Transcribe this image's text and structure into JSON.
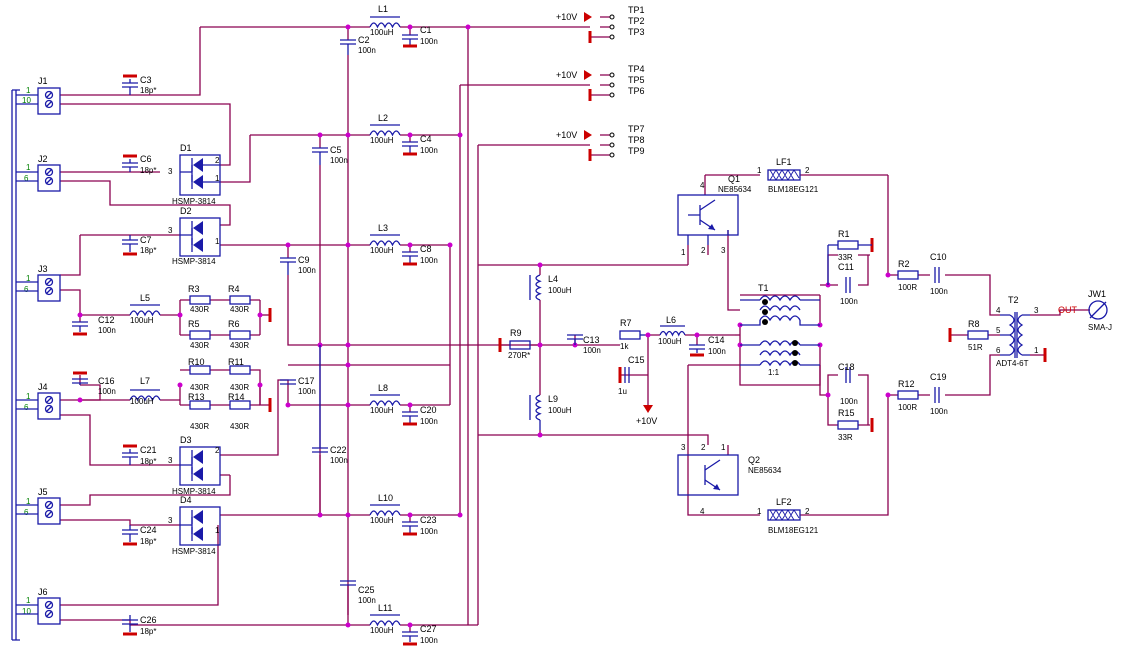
{
  "components": {
    "L1": {
      "ref": "L1",
      "value": "100uH"
    },
    "C1": {
      "ref": "C1",
      "value": "100n"
    },
    "C2": {
      "ref": "C2",
      "value": "100n"
    },
    "C3": {
      "ref": "C3",
      "value": "18p*"
    },
    "L2": {
      "ref": "L2",
      "value": "100uH"
    },
    "C4": {
      "ref": "C4",
      "value": "100n"
    },
    "C5": {
      "ref": "C5",
      "value": "100n"
    },
    "C6": {
      "ref": "C6",
      "value": "18p*"
    },
    "D1": {
      "ref": "D1",
      "value": "HSMP-3814"
    },
    "D2": {
      "ref": "D2",
      "value": "HSMP-3814"
    },
    "C7": {
      "ref": "C7",
      "value": "18p*"
    },
    "L3": {
      "ref": "L3",
      "value": "100uH"
    },
    "C8": {
      "ref": "C8",
      "value": "100n"
    },
    "C9": {
      "ref": "C9",
      "value": "100n"
    },
    "R3": {
      "ref": "R3",
      "value": "430R"
    },
    "R4": {
      "ref": "R4",
      "value": "430R"
    },
    "R5": {
      "ref": "R5",
      "value": "430R"
    },
    "R6": {
      "ref": "R6",
      "value": "430R"
    },
    "L5": {
      "ref": "L5",
      "value": "100uH"
    },
    "C12": {
      "ref": "C12",
      "value": "100n"
    },
    "R10": {
      "ref": "R10",
      "value": "430R"
    },
    "R11": {
      "ref": "R11",
      "value": "430R"
    },
    "R13": {
      "ref": "R13",
      "value": "430R"
    },
    "R14": {
      "ref": "R14",
      "value": "430R"
    },
    "L7": {
      "ref": "L7",
      "value": "100uH"
    },
    "C16": {
      "ref": "C16",
      "value": "100n"
    },
    "C17": {
      "ref": "C17",
      "value": "100n"
    },
    "L8": {
      "ref": "L8",
      "value": "100uH"
    },
    "C20": {
      "ref": "C20",
      "value": "100n"
    },
    "D3": {
      "ref": "D3",
      "value": "HSMP-3814"
    },
    "C21": {
      "ref": "C21",
      "value": "18p*"
    },
    "C22": {
      "ref": "C22",
      "value": "100n"
    },
    "D4": {
      "ref": "D4",
      "value": "HSMP-3814"
    },
    "L10": {
      "ref": "L10",
      "value": "100uH"
    },
    "C23": {
      "ref": "C23",
      "value": "100n"
    },
    "C24": {
      "ref": "C24",
      "value": "18p*"
    },
    "C25": {
      "ref": "C25",
      "value": "100n"
    },
    "L11": {
      "ref": "L11",
      "value": "100uH"
    },
    "C27": {
      "ref": "C27",
      "value": "100n"
    },
    "C26": {
      "ref": "C26",
      "value": "18p*"
    },
    "L4": {
      "ref": "L4",
      "value": "100uH"
    },
    "L9": {
      "ref": "L9",
      "value": "100uH"
    },
    "R9": {
      "ref": "R9",
      "value": "270R*"
    },
    "C13": {
      "ref": "C13",
      "value": "100n"
    },
    "R7": {
      "ref": "R7",
      "value": "1k"
    },
    "C15": {
      "ref": "C15",
      "value": "1u"
    },
    "L6": {
      "ref": "L6",
      "value": "100uH"
    },
    "C14": {
      "ref": "C14",
      "value": "100n"
    },
    "Q1": {
      "ref": "Q1",
      "value": "NE85634"
    },
    "Q2": {
      "ref": "Q2",
      "value": "NE85634"
    },
    "LF1": {
      "ref": "LF1",
      "value": "BLM18EG121"
    },
    "LF2": {
      "ref": "LF2",
      "value": "BLM18EG121"
    },
    "R1": {
      "ref": "R1",
      "value": "33R"
    },
    "C11": {
      "ref": "C11",
      "value": "100n"
    },
    "T1": {
      "ref": "T1",
      "value": "1:1"
    },
    "C18": {
      "ref": "C18",
      "value": "100n"
    },
    "R15": {
      "ref": "R15",
      "value": "33R"
    },
    "R2": {
      "ref": "R2",
      "value": "100R"
    },
    "C10": {
      "ref": "C10",
      "value": "100n"
    },
    "R12": {
      "ref": "R12",
      "value": "100R"
    },
    "C19": {
      "ref": "C19",
      "value": "100n"
    },
    "R8": {
      "ref": "R8",
      "value": "51R"
    },
    "T2": {
      "ref": "T2",
      "value": "ADT4-6T"
    },
    "JW1": {
      "ref": "JW1",
      "value": "SMA-J"
    }
  },
  "connectors": [
    {
      "ref": "J1",
      "pin_a": "1",
      "pin_b": "10"
    },
    {
      "ref": "J2",
      "pin_a": "1",
      "pin_b": "6"
    },
    {
      "ref": "J3",
      "pin_a": "1",
      "pin_b": "6"
    },
    {
      "ref": "J4",
      "pin_a": "1",
      "pin_b": "6"
    },
    {
      "ref": "J5",
      "pin_a": "1",
      "pin_b": "6"
    },
    {
      "ref": "J6",
      "pin_a": "1",
      "pin_b": "10"
    }
  ],
  "test_points": [
    "TP1",
    "TP2",
    "TP3",
    "TP4",
    "TP5",
    "TP6",
    "TP7",
    "TP8",
    "TP9"
  ],
  "supply_label": "+10V",
  "out_label": "OUT",
  "pins": {
    "p1": "1",
    "p2": "2",
    "p3": "3",
    "p4": "4",
    "p5": "5",
    "p6": "6"
  },
  "colors": {
    "wire": "#8b0050",
    "component": "#1a1aa8",
    "ground": "#cc0000",
    "junction": "#cc00cc",
    "pin_number": "#008000"
  }
}
